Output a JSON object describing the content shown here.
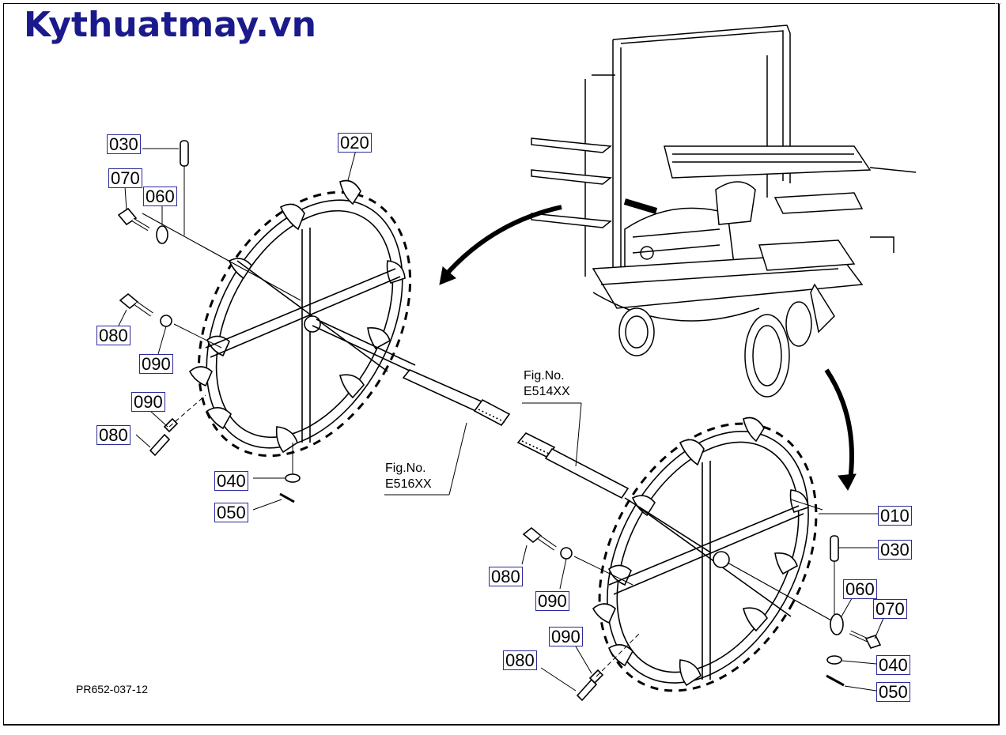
{
  "watermark": "Kythuatmay.vn",
  "drawing_code": "PR652-037-12",
  "refs": {
    "left": {
      "line1": "Fig.No.",
      "line2": "E516XX"
    },
    "right": {
      "line1": "Fig.No.",
      "line2": "E514XX"
    }
  },
  "labels": {
    "l030": "030",
    "l070": "070",
    "l060": "060",
    "l020": "020",
    "l080a": "080",
    "l090a": "090",
    "l090b": "090",
    "l080b": "080",
    "l040": "040",
    "l050": "050",
    "r010": "010",
    "r030": "030",
    "r060": "060",
    "r070": "070",
    "r080a": "080",
    "r090a": "090",
    "r090b": "090",
    "r080b": "080",
    "r040": "040",
    "r050": "050"
  }
}
